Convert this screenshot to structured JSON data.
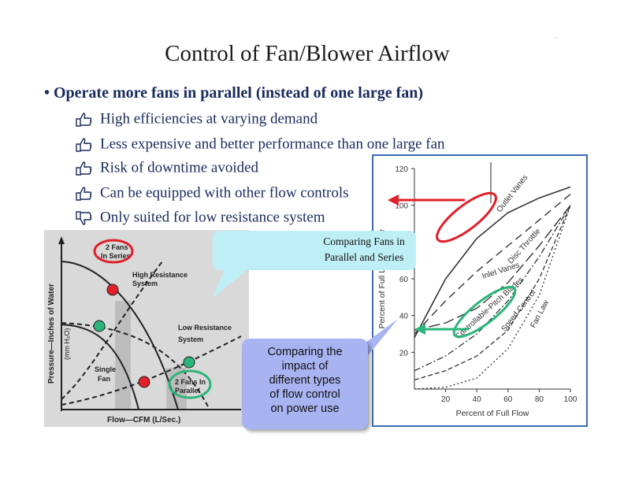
{
  "slide": {
    "title": "Control of Fan/Blower Airflow",
    "corner_mark": ".",
    "main_bullet": "• Operate more fans in parallel (instead of one large fan)",
    "sub_bullets": [
      {
        "text": "High efficiencies at varying demand",
        "icon": "thumbs-up-icon"
      },
      {
        "text": "Less expensive and better performance than one large fan",
        "icon": "thumbs-up-icon"
      },
      {
        "text": "Risk of downtime avoided",
        "icon": "thumbs-up-icon"
      },
      {
        "text": "Can be equipped with other flow controls",
        "icon": "thumbs-up-icon"
      },
      {
        "text": "Only suited for low resistance system",
        "icon": "thumbs-down-icon"
      }
    ],
    "callout_top": {
      "line1": "Comparing Fans in",
      "line2": "Parallel and Series"
    },
    "callout_bottom": {
      "lines": [
        "Comparing the",
        "impact of",
        "different types",
        "of flow control",
        "on power use"
      ]
    }
  },
  "left_figure": {
    "y_label": "Pressure—Inches of Water",
    "y_label2": "(mm H₂O)",
    "x_label": "Flow—CFM  (L/Sec.)",
    "labels": {
      "fans_series_1": "2 Fans",
      "fans_series_2": "In Series",
      "high_res_1": "High Resistance",
      "high_res_2": "System",
      "low_res_1": "Low Resistance",
      "low_res_2": "System",
      "single_1": "Single",
      "single_2": "Fan",
      "parallel_1": "2 Fans In",
      "parallel_2": "Parallel"
    },
    "colors": {
      "highlight_red": "#e0202a",
      "highlight_green": "#2bb57a"
    }
  },
  "chart_data": {
    "type": "line",
    "title": "",
    "xlabel": "Percent of Full Flow",
    "ylabel": "Percent of Full Load Power",
    "xlim": [
      0,
      100
    ],
    "ylim": [
      0,
      120
    ],
    "x_ticks": [
      20,
      40,
      60,
      80,
      100
    ],
    "y_ticks": [
      20,
      40,
      60,
      80,
      100,
      120
    ],
    "grid": false,
    "series": [
      {
        "name": "Outlet Vanes",
        "x": [
          0,
          20,
          40,
          60,
          80,
          100
        ],
        "y": [
          28,
          60,
          82,
          96,
          104,
          110
        ]
      },
      {
        "name": "Disc Throttle",
        "x": [
          0,
          20,
          40,
          60,
          80,
          100
        ],
        "y": [
          30,
          48,
          64,
          78,
          92,
          106
        ]
      },
      {
        "name": "Inlet Vanes",
        "x": [
          0,
          20,
          40,
          60,
          80,
          100
        ],
        "y": [
          32,
          36,
          44,
          58,
          78,
          100
        ]
      },
      {
        "name": "Controllable-Pitch Blades",
        "x": [
          0,
          20,
          40,
          60,
          80,
          100
        ],
        "y": [
          10,
          18,
          30,
          48,
          72,
          100
        ]
      },
      {
        "name": "Speed Control",
        "x": [
          0,
          20,
          40,
          60,
          80,
          100
        ],
        "y": [
          5,
          10,
          18,
          32,
          60,
          100
        ]
      },
      {
        "name": "Fan Law",
        "x": [
          0,
          20,
          40,
          60,
          80,
          100
        ],
        "y": [
          0,
          1,
          6,
          22,
          51,
          100
        ]
      }
    ]
  }
}
